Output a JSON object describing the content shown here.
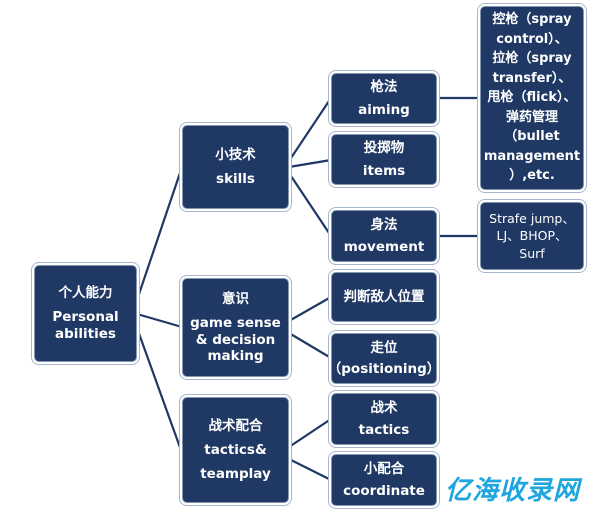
{
  "root": {
    "line1": "个人能力",
    "line2": "Personal",
    "line3": "abilities"
  },
  "level2": {
    "skills": {
      "cn": "小技术",
      "en": "skills"
    },
    "sense": {
      "cn": "意识",
      "en1": "game sense",
      "en2": "& decision",
      "en3": "making"
    },
    "tactics": {
      "cn": "战术配合",
      "en1": "tactics&",
      "en2": "teamplay"
    }
  },
  "level3": {
    "aiming": {
      "cn": "枪法",
      "en": "aiming"
    },
    "items": {
      "cn": "投掷物",
      "en": "items"
    },
    "movement": {
      "cn": "身法",
      "en": "movement"
    },
    "enemy": {
      "cn": "判断敌人位置"
    },
    "positioning": {
      "cn": "走位",
      "en": "（positioning）"
    },
    "tactic": {
      "cn": "战术",
      "en": "tactics"
    },
    "coordinate": {
      "cn": "小配合",
      "en": "coordinate"
    }
  },
  "details": {
    "aiming": {
      "lines": [
        "控枪（spray",
        "control）、",
        "拉枪（spray",
        "transfer）、",
        "甩枪（flick）、",
        "弹药管理",
        "（bullet",
        "management",
        "）,etc."
      ]
    },
    "movement": {
      "lines": [
        "Strafe jump、",
        "LJ、BHOP、",
        "Surf"
      ]
    }
  },
  "watermark": "亿海收录网",
  "colors": {
    "node_fill": "#1f3864",
    "connector": "#1f3864",
    "leaf_border": "#2f4f7f",
    "watermark": "#1ea6de"
  }
}
